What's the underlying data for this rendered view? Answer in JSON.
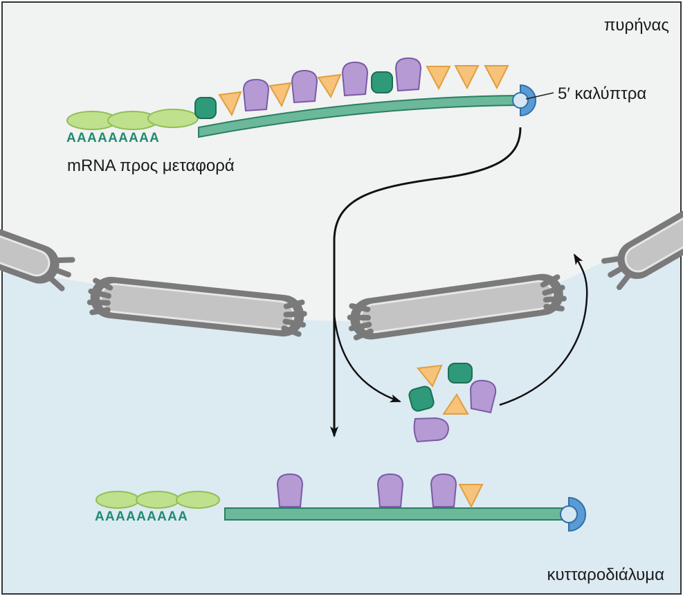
{
  "labels": {
    "nucleus": "πυρήνας",
    "cap": "5′ καλύπτρα",
    "mrna_export": "mRNA προς μεταφορά",
    "cytosol": "κυτταροδιάλυμα",
    "poly_a_top": "AAAAAAAAA",
    "poly_a_bottom": "AAAAAAAAA"
  },
  "colors": {
    "nucleoplasm": "#f1f2f2",
    "cytosol": "#dceaf2",
    "mrna_strand": "#6bb89a",
    "purple_protein": "#b59ad3",
    "orange_protein": "#f7c27a",
    "teal_protein": "#2e9a7a",
    "green_pabp": "#bfe08c",
    "cap": "#5b9bd5",
    "pore": "#bdbdbd"
  },
  "icons": {
    "cap": "cap-icon",
    "pore": "nuclear-pore-icon",
    "protein_purple": "purple-protein-icon",
    "protein_orange": "orange-protein-icon",
    "protein_teal": "teal-protein-icon",
    "pabp": "poly-a-binding-protein-icon",
    "arrow": "arrow-icon"
  }
}
